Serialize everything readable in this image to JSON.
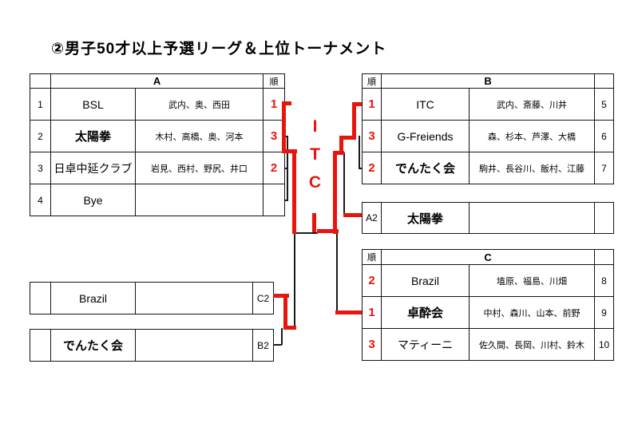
{
  "title": "②男子50才以上予選リーグ＆上位トーナメント",
  "colors": {
    "accent_red": "#e8150d",
    "line_black": "#1a1a1a"
  },
  "tables": {
    "a": {
      "header": "A",
      "rank_header": "順",
      "rows": [
        {
          "no": "1",
          "team": "BSL",
          "members": "武内、奥、西田",
          "rank": "1"
        },
        {
          "no": "2",
          "team": "太陽拳",
          "members": "木村、高橋、奥、河本",
          "rank": "3"
        },
        {
          "no": "3",
          "team": "日卓中延クラブ",
          "members": "岩見、西村、野尻、井口",
          "rank": "2"
        },
        {
          "no": "4",
          "team": "Bye",
          "members": "",
          "rank": ""
        }
      ]
    },
    "b": {
      "header": "B",
      "rank_header": "順",
      "rows": [
        {
          "rank": "1",
          "team": "ITC",
          "members": "武内、斎藤、川井",
          "no": "5"
        },
        {
          "rank": "3",
          "team": "G-Freiends",
          "members": "森、杉本、芦澤、大橋",
          "no": "6"
        },
        {
          "rank": "2",
          "team": "でんたく会",
          "members": "駒井、長谷川、飯村、江藤",
          "no": "7"
        }
      ]
    },
    "c": {
      "header": "C",
      "rank_header": "順",
      "rows": [
        {
          "rank": "2",
          "team": "Brazil",
          "members": "埴原、福島、川畑",
          "no": "8"
        },
        {
          "rank": "1",
          "team": "卓酔会",
          "members": "中村、森川、山本、前野",
          "no": "9"
        },
        {
          "rank": "3",
          "team": "マティーニ",
          "members": "佐久間、長岡、川村、鈴木",
          "no": "10"
        }
      ]
    },
    "a2_row": {
      "slot": "A2",
      "team": "太陽拳"
    },
    "c2_row": {
      "slot": "C2",
      "team": "Brazil"
    },
    "b2_row": {
      "slot": "B2",
      "team": "でんたく会"
    }
  },
  "bracket": {
    "champion": [
      "I",
      "T",
      "C"
    ]
  }
}
